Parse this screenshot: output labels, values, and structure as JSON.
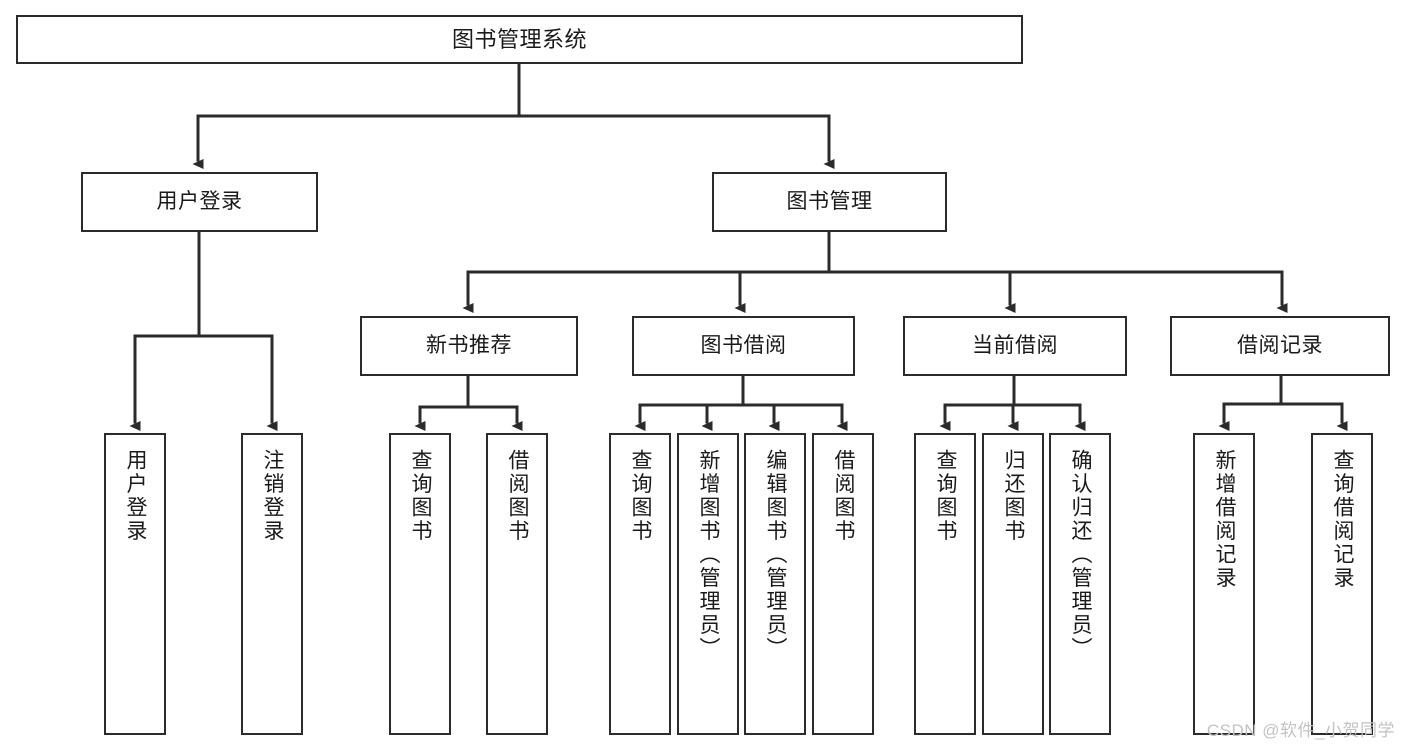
{
  "diagram": {
    "title": "图书管理系统",
    "watermark": "CSDN @软件_小贺同学",
    "colors": {
      "box_border": "#2b2b2b",
      "edge": "#2b2b2b",
      "text": "#1a1a1a",
      "background": "#ffffff",
      "watermark": "#c3c3c3"
    },
    "nodes": {
      "root": {
        "label": "图书管理系统"
      },
      "level2": [
        {
          "label": "用户登录"
        },
        {
          "label": "图书管理"
        }
      ],
      "level3": [
        {
          "label": "新书推荐"
        },
        {
          "label": "图书借阅"
        },
        {
          "label": "当前借阅"
        },
        {
          "label": "借阅记录"
        }
      ],
      "leaves_user_login": [
        {
          "label": "用户登录"
        },
        {
          "label": "注销登录"
        }
      ],
      "leaves_new_books": [
        {
          "label": "查询图书"
        },
        {
          "label": "借阅图书"
        }
      ],
      "leaves_borrow": [
        {
          "label": "查询图书"
        },
        {
          "label": "新增图书（管理员）"
        },
        {
          "label": "编辑图书（管理员）"
        },
        {
          "label": "借阅图书"
        }
      ],
      "leaves_current": [
        {
          "label": "查询图书"
        },
        {
          "label": "归还图书"
        },
        {
          "label": "确认归还（管理员）"
        }
      ],
      "leaves_records": [
        {
          "label": "新增借阅记录"
        },
        {
          "label": "查询借阅记录"
        }
      ]
    }
  }
}
